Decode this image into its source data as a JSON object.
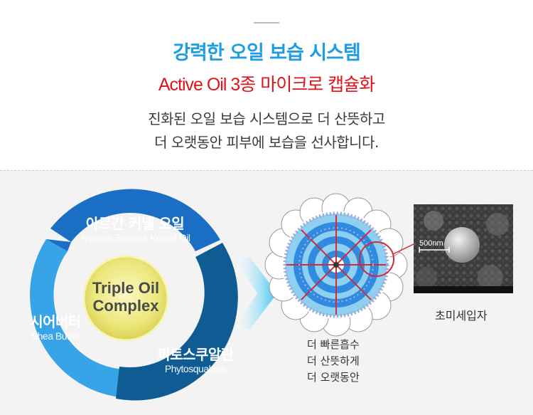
{
  "header": {
    "title": "강력한 오일 보습 시스템",
    "subtitle_latin": "Active Oil 3",
    "subtitle_korean": "종 마이크로 캡슐화",
    "desc_line1": "진화된 오일 보습 시스템으로 더 산뜻하고",
    "desc_line2": "더 오랫동안 피부에 보습을 선사합니다."
  },
  "oils": {
    "argania_ko": "아르간 커넬 오일",
    "argania_en": "Argania Spinosa Kernel Oil",
    "shea_ko": "시어버터",
    "shea_en": "Shea Butter",
    "phyto_ko": "피토스쿠알란",
    "phyto_en": "Phytosqualane"
  },
  "center": {
    "line1": "Triple Oil",
    "line2": "Complex"
  },
  "capsule": {
    "benefit1": "더 빠른흡수",
    "benefit2": "더 산뜻하게",
    "benefit3": "더 오랫동안"
  },
  "micrograph": {
    "scale_label": "500nm",
    "caption": "초미세입자"
  },
  "colors": {
    "title_blue": "#1f9de0",
    "subtitle_red": "#e0131b",
    "argania_blue": "#1a6fc4",
    "shea_blue": "#36a4e6",
    "phyto_blue": "#0f5c94",
    "center_gold": "#ece77a"
  }
}
